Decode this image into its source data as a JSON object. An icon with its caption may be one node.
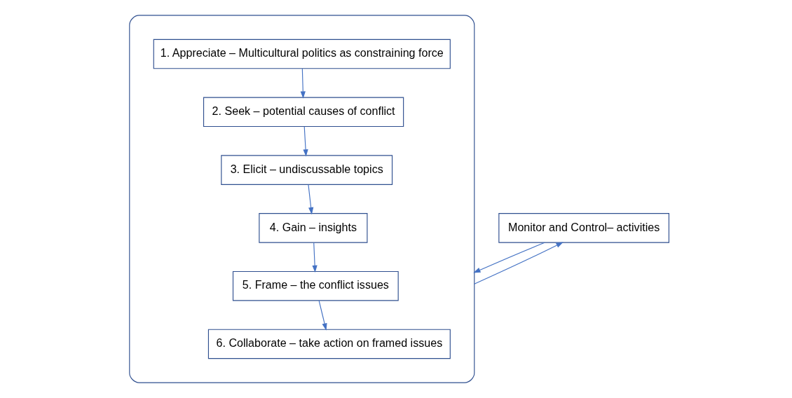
{
  "diagram": {
    "nodes": [
      {
        "text": [],
        "shape": "ellipse"
      },
      {
        "text": [
          "1. Appreciate – Multicultural politics as constraining force"
        ],
        "in": 0
      },
      {
        "text": [
          "2. Seek – potential causes of conflict"
        ],
        "in": 0
      },
      {
        "text": [
          "3. Elicit – undiscussable topics"
        ],
        "in": 0
      },
      {
        "text": [
          "4. Gain – insights"
        ],
        "in": 0
      },
      {
        "text": [
          "5. Frame – the conflict issues"
        ],
        "in": 0
      },
      {
        "text": [
          "6. Collaborate – take action on framed issues"
        ],
        "in": 0
      },
      {
        "text": [
          "Monitor and Control– activities"
        ]
      }
    ],
    "edges": [
      {
        "from": 1,
        "to": 2,
        "arrow": "to"
      },
      {
        "from": 2,
        "to": 3,
        "arrow": "to"
      },
      {
        "from": 3,
        "to": 4,
        "arrow": "to"
      },
      {
        "from": 4,
        "to": 5,
        "arrow": "to"
      },
      {
        "from": 5,
        "to": 6,
        "arrow": "to"
      },
      {
        "from": 7,
        "to": 0,
        "arrow": "to"
      },
      {
        "from": 0,
        "to": 7,
        "arrow": "to"
      }
    ]
  }
}
